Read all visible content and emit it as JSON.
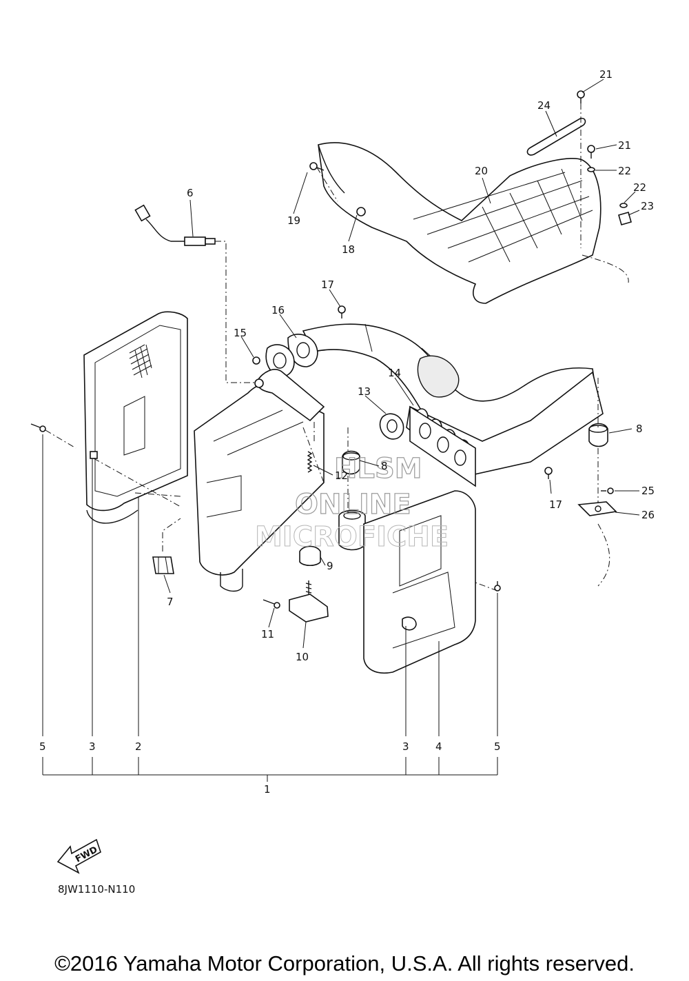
{
  "watermark": {
    "line1": "HLSM",
    "line2": "ONLINE",
    "line3": "MICROFICHE"
  },
  "fwd_badge": "FWD",
  "diagram_code": "8JW1110-N110",
  "copyright": "©2016 Yamaha Motor Corporation, U.S.A. All rights reserved.",
  "callouts": {
    "c1": "1",
    "c2": "2",
    "c3a": "3",
    "c3b": "3",
    "c4": "4",
    "c5a": "5",
    "c5b": "5",
    "c6": "6",
    "c7": "7",
    "c8a": "8",
    "c8b": "8",
    "c9": "9",
    "c10": "10",
    "c11": "11",
    "c12": "12",
    "c13": "13",
    "c14": "14",
    "c15": "15",
    "c16": "16",
    "c17a": "17",
    "c17b": "17",
    "c18": "18",
    "c19": "19",
    "c20": "20",
    "c21a": "21",
    "c21b": "21",
    "c22a": "22",
    "c22b": "22",
    "c23": "23",
    "c24": "24",
    "c25": "25",
    "c26": "26"
  }
}
